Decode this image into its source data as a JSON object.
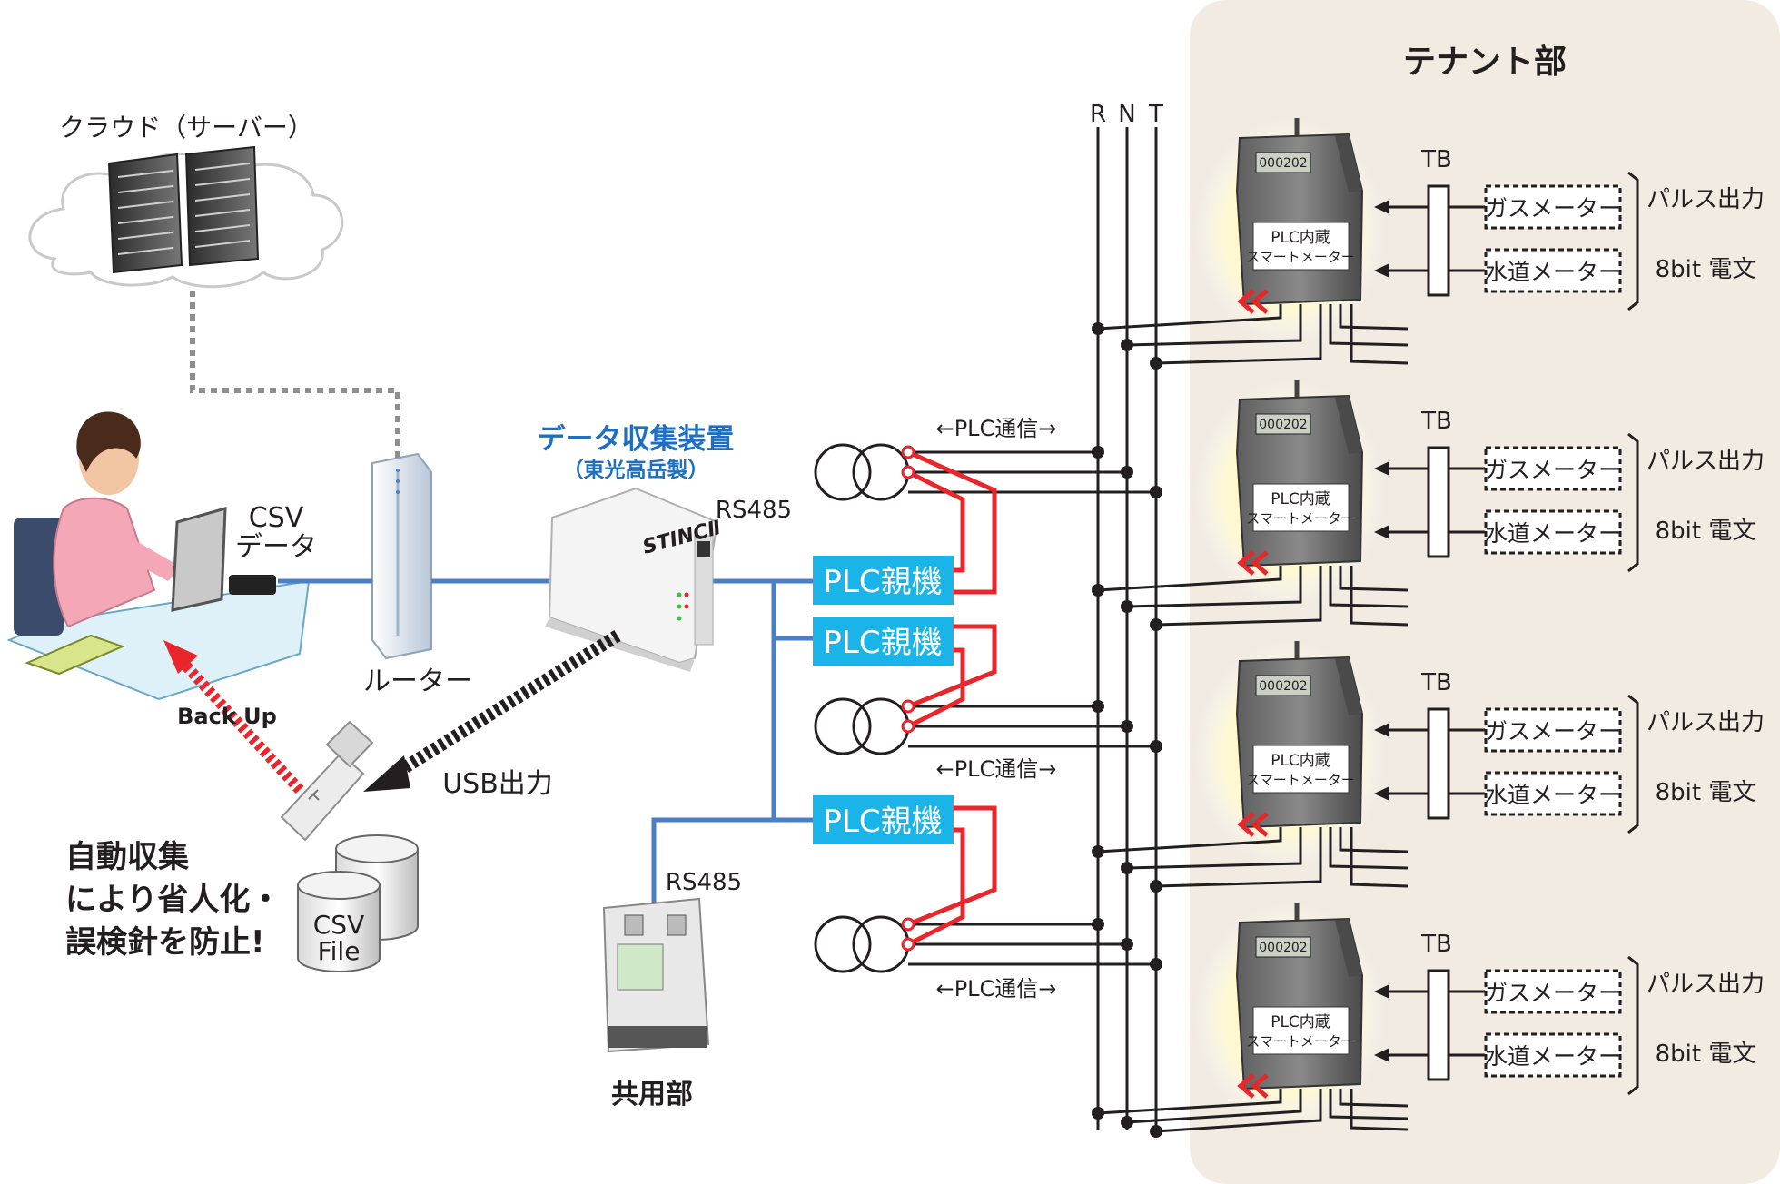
{
  "tenant_area": {
    "title": "テナント部"
  },
  "phases": [
    "R",
    "N",
    "T"
  ],
  "cloud": {
    "label": "クラウド（サーバー）"
  },
  "router": {
    "label": "ルーター"
  },
  "collector": {
    "title": "データ収集装置",
    "maker": "（東光高岳製）",
    "device_brand": "STINCⅡ"
  },
  "links": {
    "csv_data": [
      "CSV",
      "データ"
    ],
    "rs485_main": "RS485",
    "rs485_common": "RS485",
    "usb_output": "USB出力",
    "backup": "Back Up"
  },
  "storage": {
    "line1": "CSV",
    "line2": "File"
  },
  "benefit": [
    "自動収集",
    "により省人化・",
    "誤検針を防止!"
  ],
  "common_area": {
    "label": "共用部"
  },
  "plc_masters": [
    "PLC親機",
    "PLC親機",
    "PLC親機"
  ],
  "plc_comm_labels": [
    "←PLC通信→",
    "←PLC通信→",
    "←PLC通信→"
  ],
  "meters": [
    {
      "display": "000202",
      "label1": "PLC内蔵",
      "label2": "スマートメーター",
      "tb": "TB",
      "gas": "ガスメーター",
      "water": "水道メーター",
      "pulse": "パルス出力",
      "bit": "8bit 電文"
    },
    {
      "display": "000202",
      "label1": "PLC内蔵",
      "label2": "スマートメーター",
      "tb": "TB",
      "gas": "ガスメーター",
      "water": "水道メーター",
      "pulse": "パルス出力",
      "bit": "8bit 電文"
    },
    {
      "display": "000202",
      "label1": "PLC内蔵",
      "label2": "スマートメーター",
      "tb": "TB",
      "gas": "ガスメーター",
      "water": "水道メーター",
      "pulse": "パルス出力",
      "bit": "8bit 電文"
    },
    {
      "display": "000202",
      "label1": "PLC内蔵",
      "label2": "スマートメーター",
      "tb": "TB",
      "gas": "ガスメーター",
      "water": "水道メーター",
      "pulse": "パルス出力",
      "bit": "8bit 電文"
    }
  ],
  "colors": {
    "network_blue": "#4a7fc4",
    "plc_cyan": "#1ab4e8",
    "signal_red": "#e8262c",
    "tenant_bg": "#f1ebe2",
    "collector_title": "#1f6fc0"
  }
}
